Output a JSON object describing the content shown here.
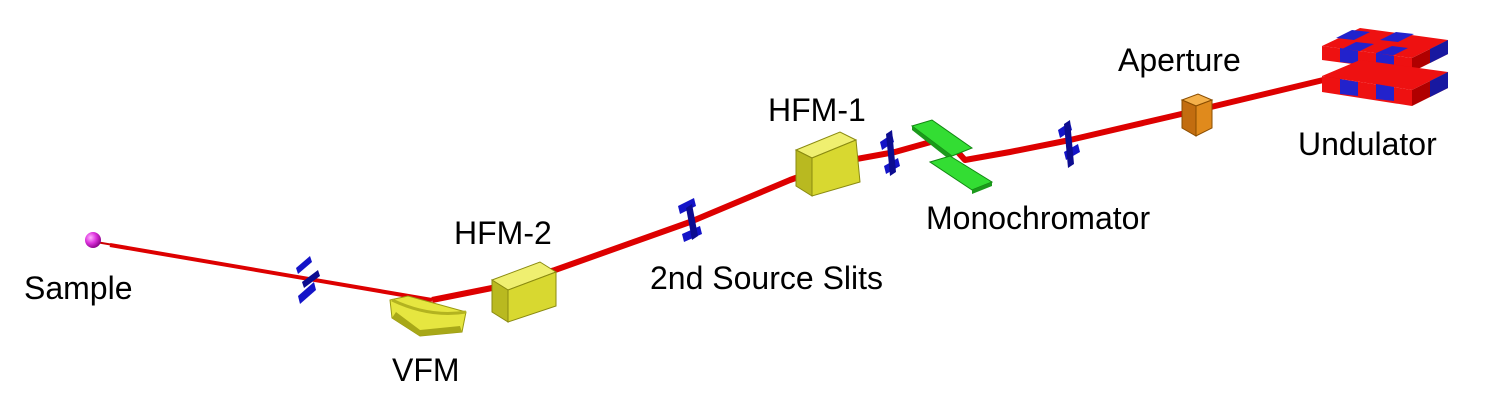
{
  "labels": {
    "sample": "Sample",
    "vfm": "VFM",
    "hfm2": "HFM-2",
    "slits2": "2nd Source Slits",
    "hfm1": "HFM-1",
    "monochromator": "Monochromator",
    "aperture": "Aperture",
    "undulator": "Undulator"
  },
  "colors": {
    "beam": "#dd0000",
    "mirror": "#e6e640",
    "slit": "#1414c8",
    "mono": "#33dd33",
    "aperture": "#e08a1c",
    "undulator_red": "#ee1111",
    "undulator_blue": "#2222cc",
    "sample": "#cc22cc"
  }
}
